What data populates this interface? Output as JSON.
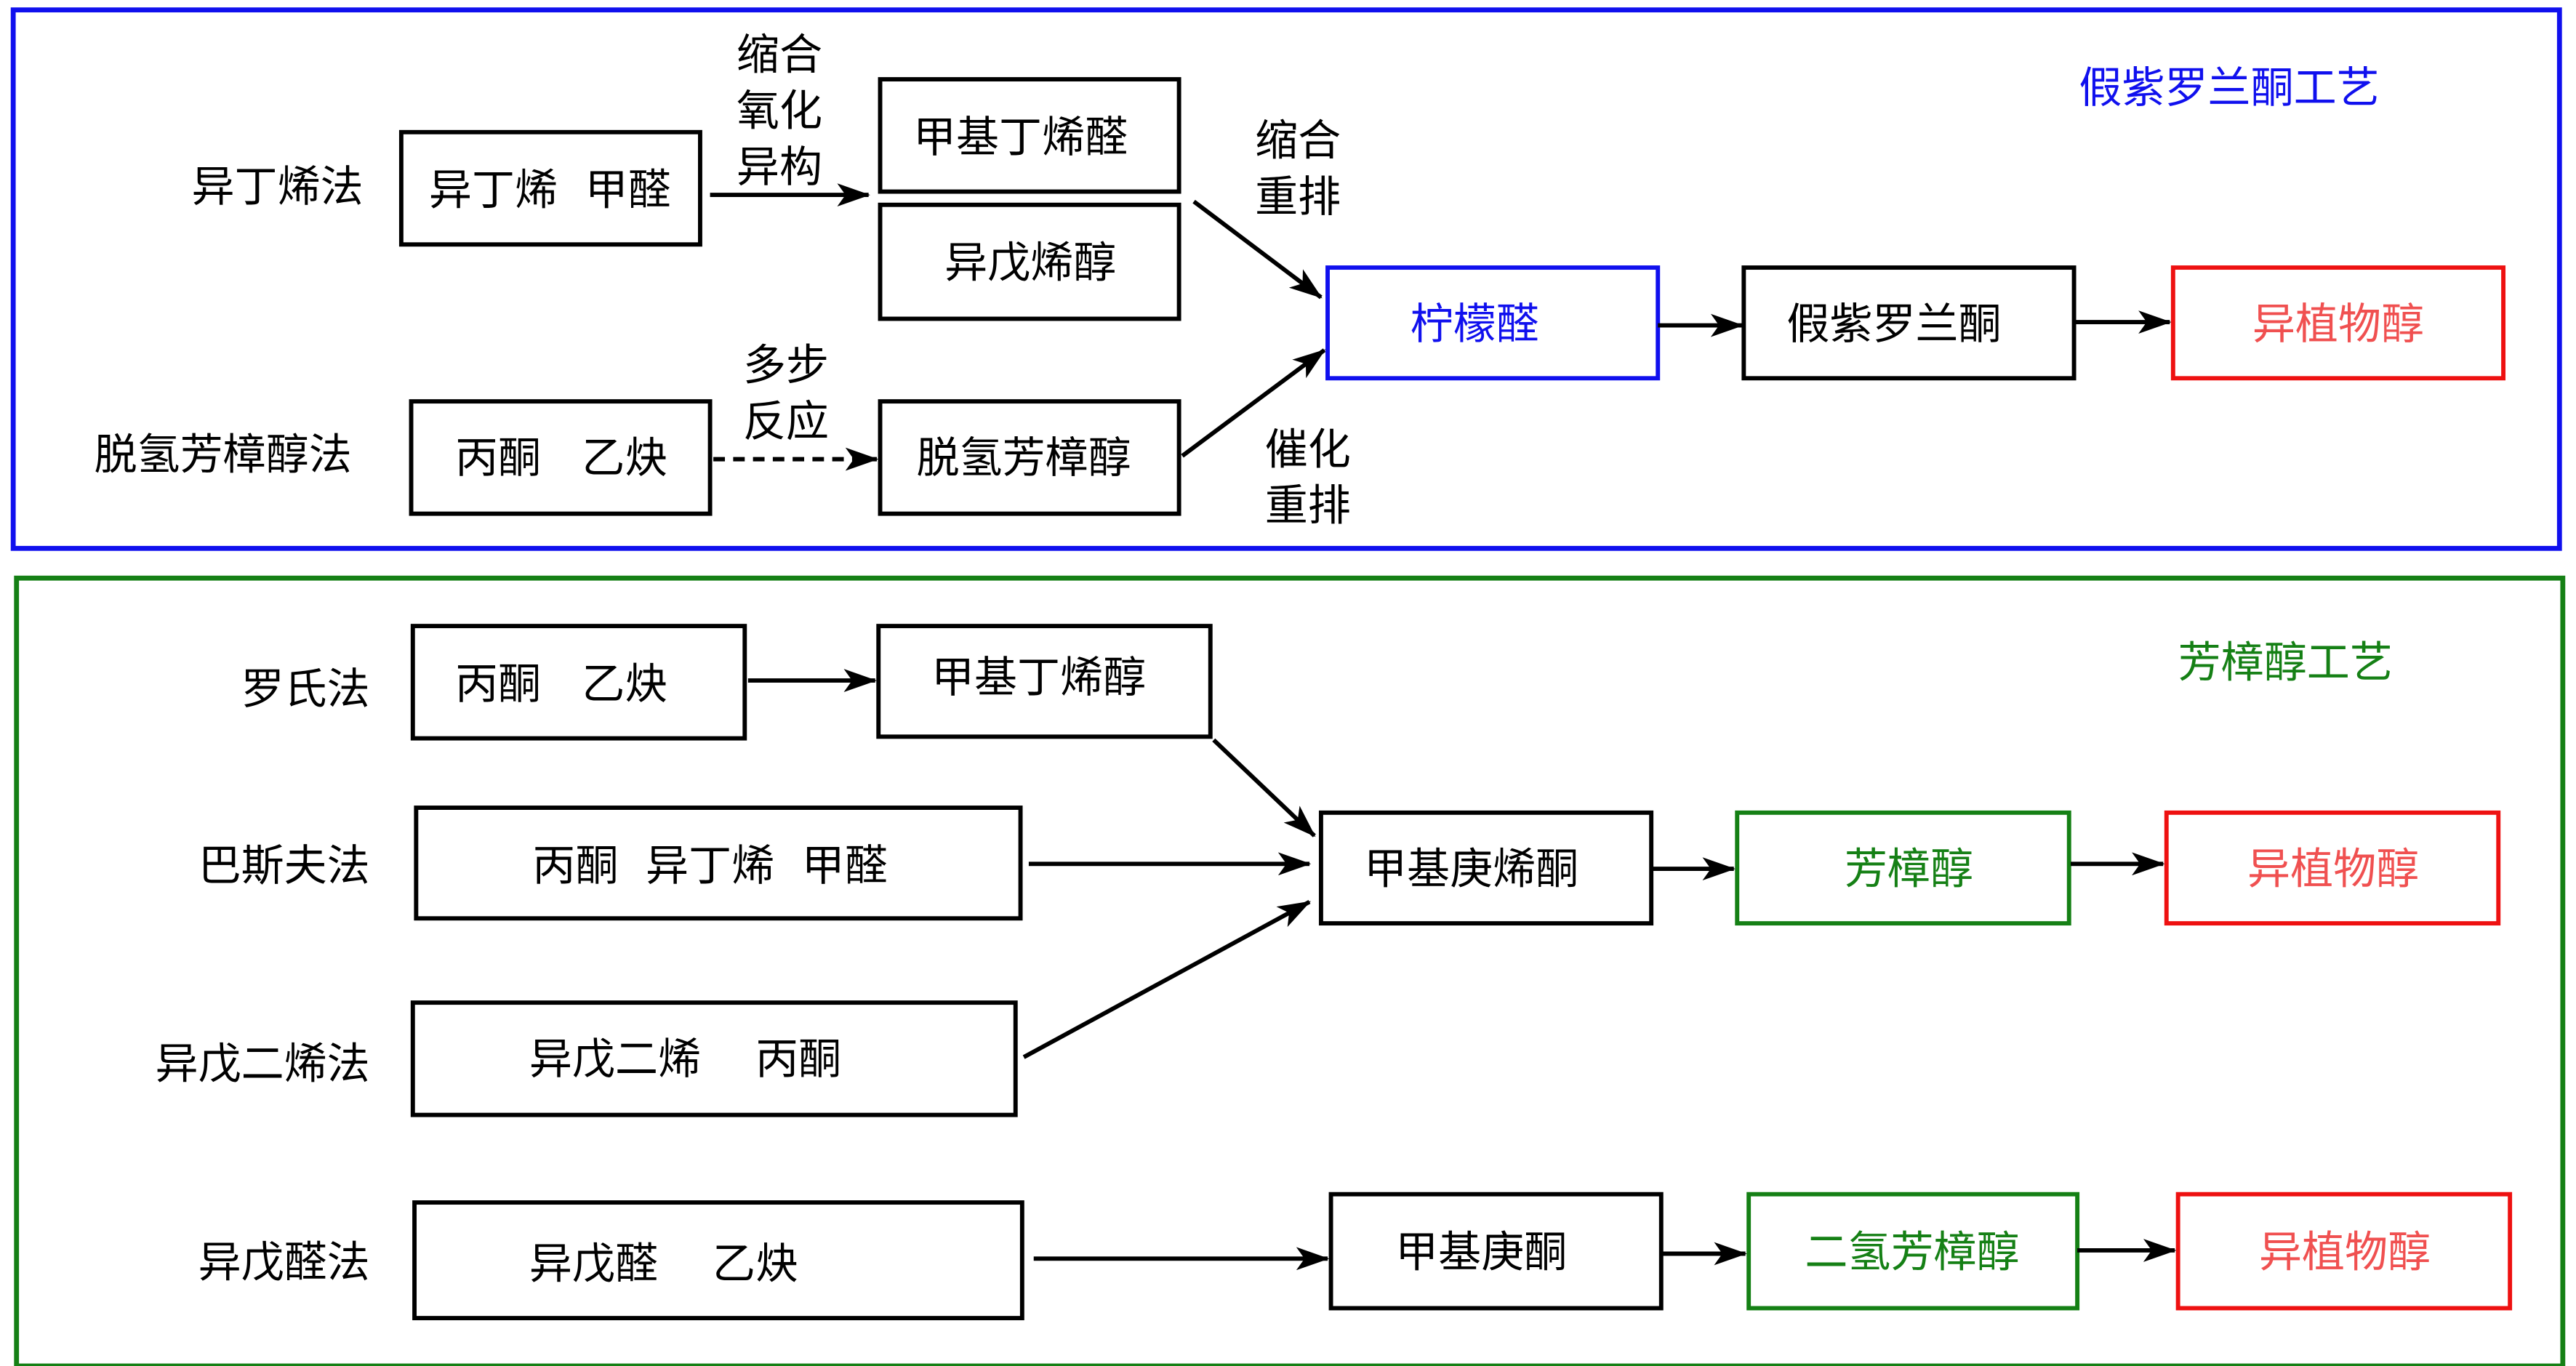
{
  "colors": {
    "citral_frame": "#1010ee",
    "linalool_frame": "#158015",
    "target": "#ee1111",
    "target_text": "#f05050",
    "default": "#000000"
  },
  "sections": {
    "pseudo_ionone": {
      "title": "假紫罗兰酮工艺",
      "routes": [
        {
          "method": "异丁烯法",
          "raw": "异丁烯  甲醛",
          "step": [
            "缩合",
            "氧化",
            "异构"
          ],
          "intermediates": [
            "甲基丁烯醛",
            "异戊烯醇"
          ],
          "step2": [
            "缩合",
            "重排"
          ]
        },
        {
          "method": "脱氢芳樟醇法",
          "raw": "丙酮   乙炔",
          "step": [
            "多步",
            "反应"
          ],
          "intermediates": [
            "脱氢芳樟醇"
          ],
          "step2": [
            "催化",
            "重排"
          ]
        }
      ],
      "key_intermediate": "柠檬醛",
      "next": "假紫罗兰酮",
      "product": "异植物醇"
    },
    "linalool": {
      "title": "芳樟醇工艺",
      "routes": [
        {
          "method": "罗氏法",
          "raw": "丙酮   乙炔",
          "intermediate": "甲基丁烯醇"
        },
        {
          "method": "巴斯夫法",
          "raw": "丙酮  异丁烯  甲醛"
        },
        {
          "method": "异戊二烯法",
          "raw": "异戊二烯    丙酮"
        },
        {
          "method": "异戊醛法",
          "raw": "异戊醛    乙炔"
        }
      ],
      "ketone_a": "甲基庚烯酮",
      "alcohol_a": "芳樟醇",
      "product_a": "异植物醇",
      "ketone_b": "甲基庚酮",
      "alcohol_b": "二氢芳樟醇",
      "product_b": "异植物醇"
    }
  }
}
